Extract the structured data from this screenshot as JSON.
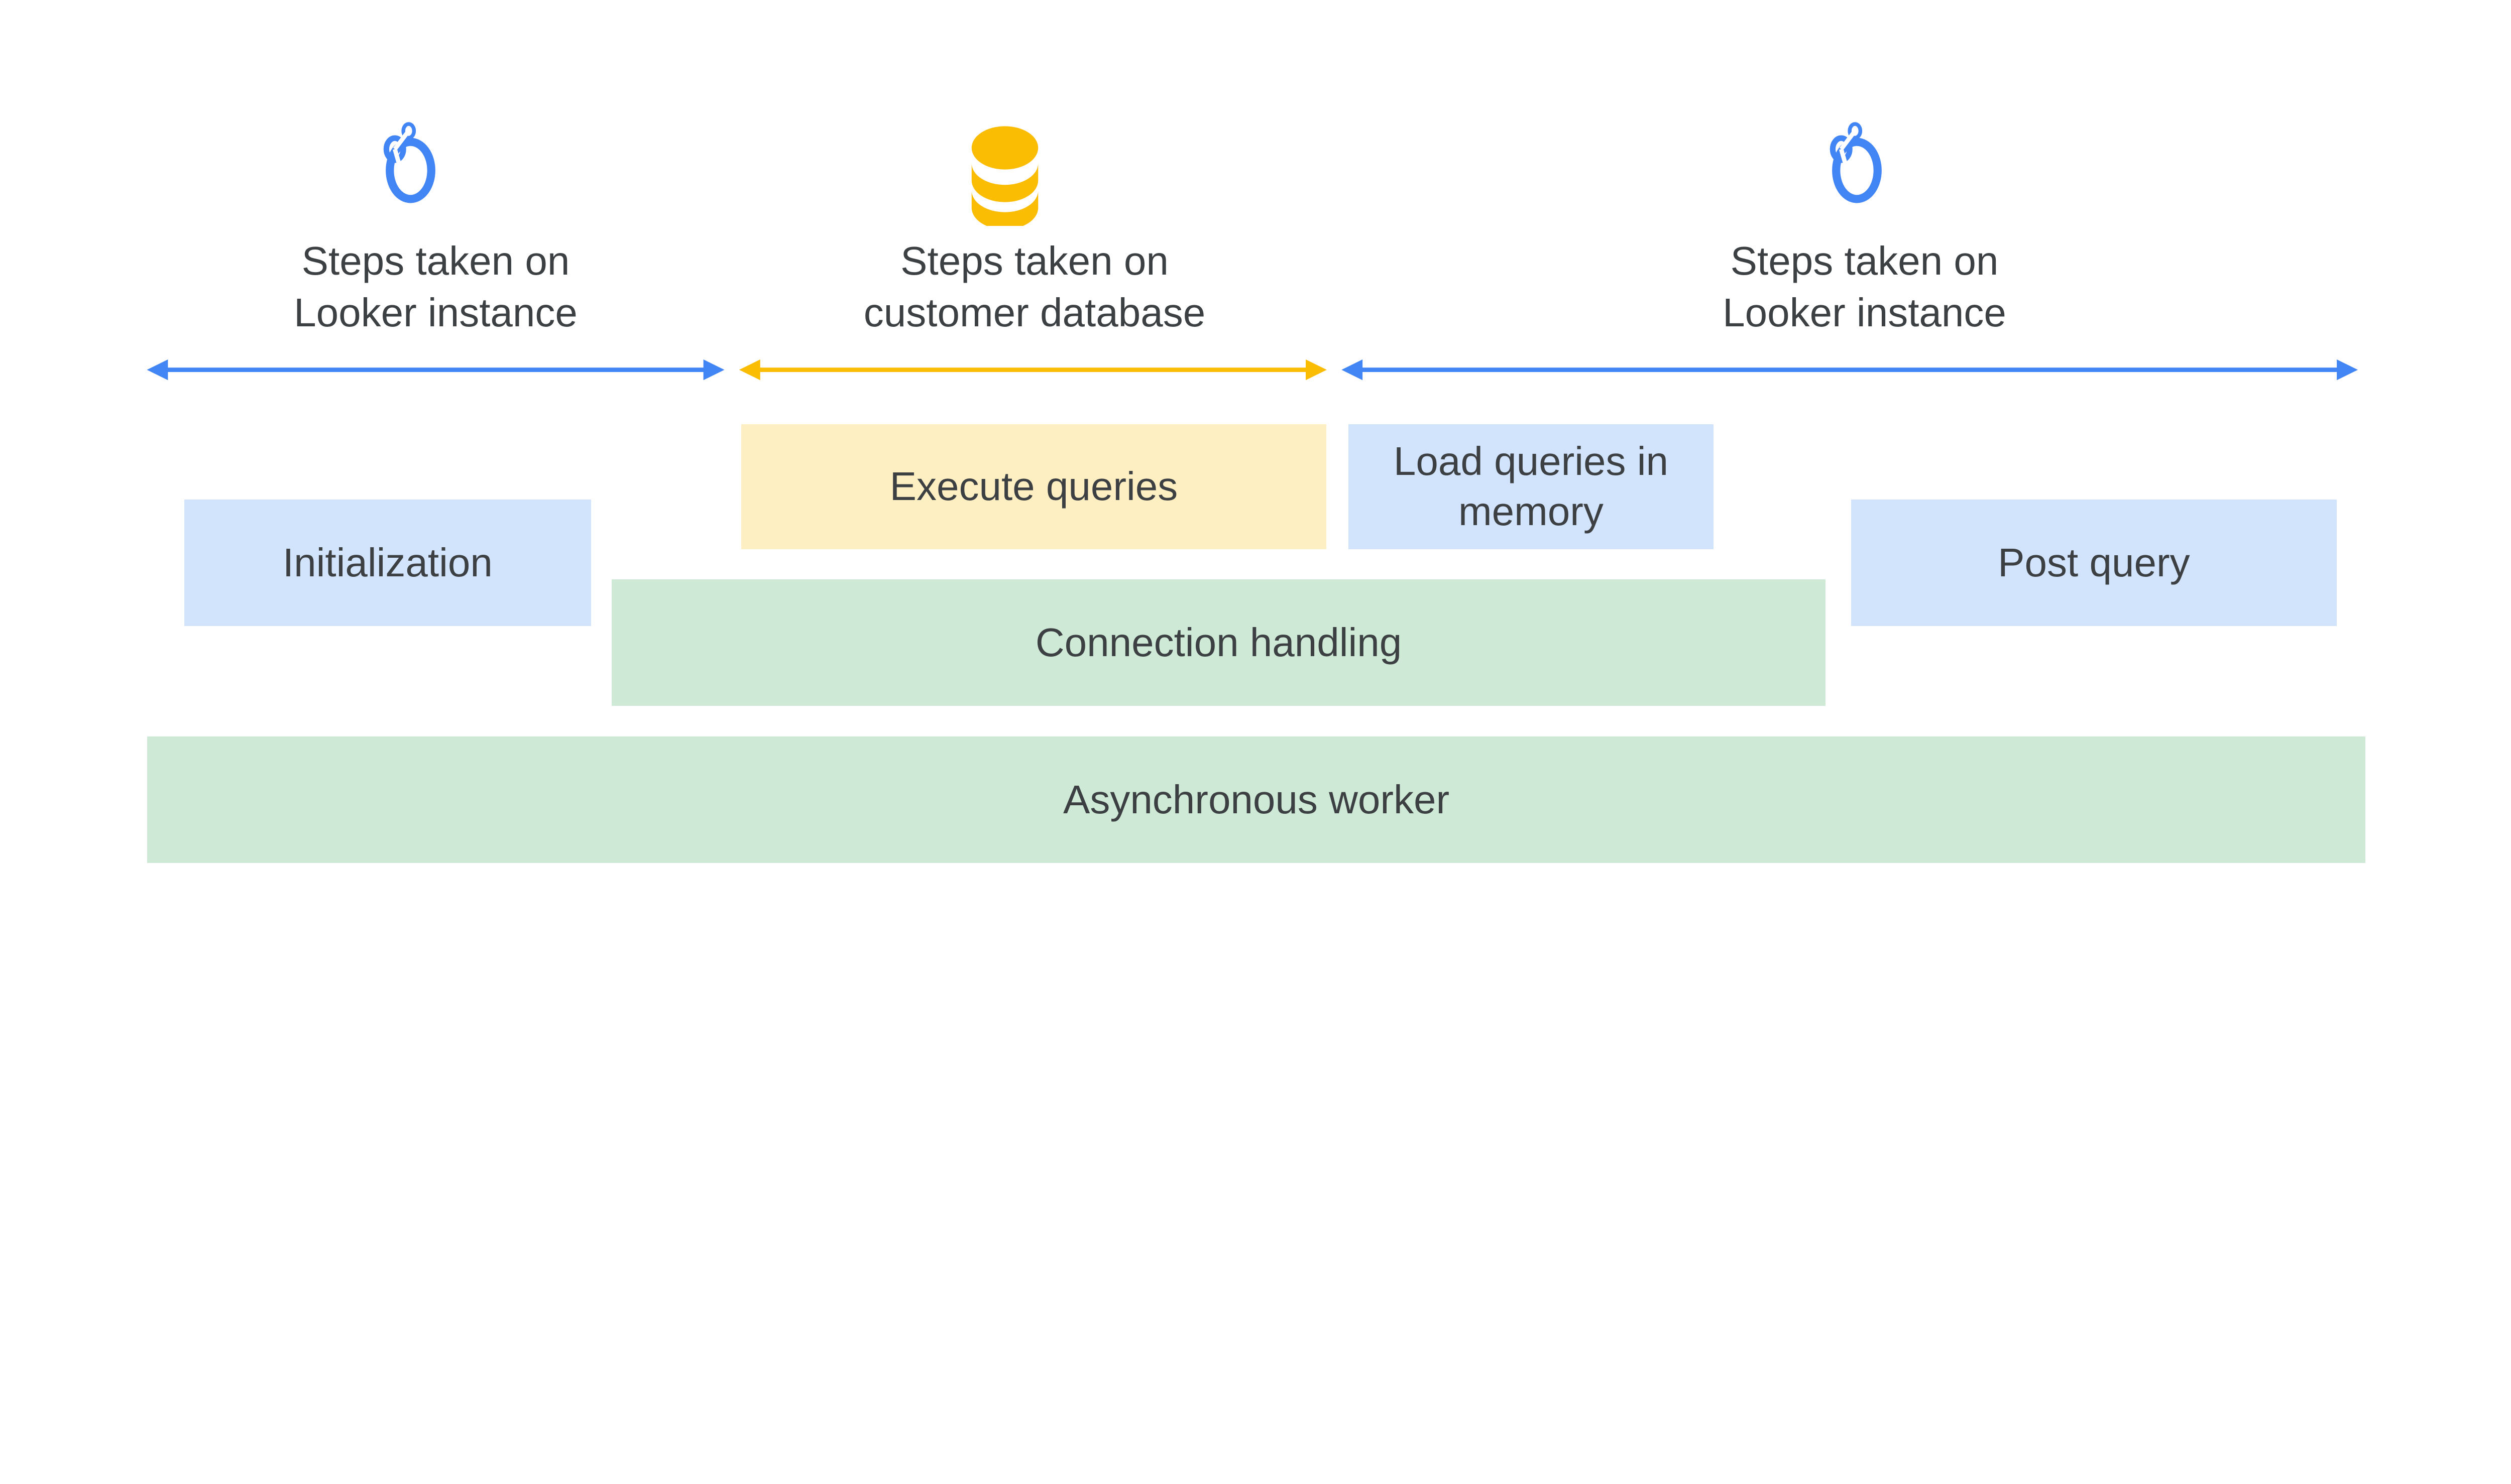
{
  "colors": {
    "looker_blue": "#4285f4",
    "database_yellow": "#fbbc04",
    "step_blue": "#d2e3fc",
    "step_yellow": "#feefc3",
    "step_green": "#ceead6"
  },
  "icons": [
    "looker-logo-icon",
    "database-icon",
    "looker-logo-icon"
  ],
  "sections": [
    {
      "title_line1": "Steps taken on",
      "title_line2": "Looker instance",
      "icon": "looker-logo-icon"
    },
    {
      "title_line1": "Steps taken on",
      "title_line2": "customer database",
      "icon": "database-icon"
    },
    {
      "title_line1": "Steps taken on",
      "title_line2": "Looker instance",
      "icon": "looker-logo-icon"
    }
  ],
  "boxes": {
    "execute_queries": "Execute queries",
    "load_queries_line1": "Load queries in",
    "load_queries_line2": "memory",
    "initialization": "Initialization",
    "post_query": "Post query",
    "connection_handling": "Connection handling",
    "asynchronous_worker": "Asynchronous worker"
  }
}
